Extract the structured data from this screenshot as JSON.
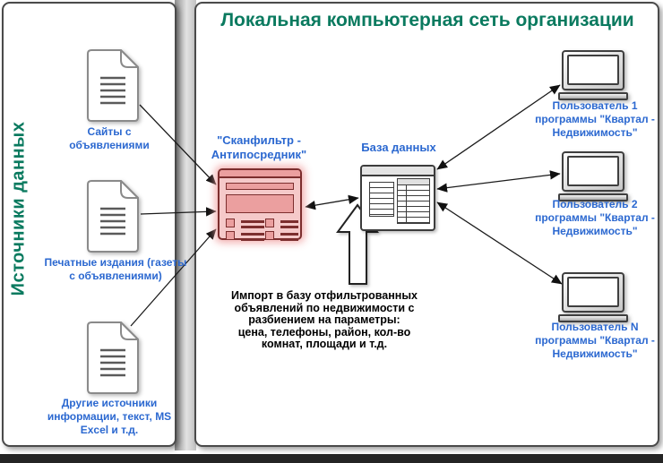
{
  "colors": {
    "accent_green": "#0a7a5f",
    "accent_blue": "#2b68d0",
    "app_fill": "#f5c9c9",
    "app_inner_fill": "#eb9f9f",
    "app_border": "#7c2e2e"
  },
  "icons": {
    "document": "document-icon",
    "app_window": "app-window-icon",
    "database_table": "database-table-icon",
    "computer": "computer-icon",
    "block_arrow_up": "up-block-arrow-icon"
  },
  "left_panel": {
    "vertical_title": "Источники данных",
    "sources": [
      {
        "label": "Сайты с\nобъявлениями"
      },
      {
        "label": "Печатные издания (газеты\nс объявлениями)"
      },
      {
        "label": "Другие источники\nинформации, текст, MS\nExcel и т.д."
      }
    ]
  },
  "right_panel": {
    "title": "Локальная компьютерная сеть организации",
    "app_label": "\"Сканфильтр -\nАнтипосредник\"",
    "database_label": "База данных",
    "users": [
      {
        "label": "Пользователь 1\nпрограммы \"Квартал -\nНедвижимость\""
      },
      {
        "label": "Пользователь 2\nпрограммы \"Квартал -\nНедвижимость\""
      },
      {
        "label": "Пользователь N\nпрограммы \"Квартал -\nНедвижимость\""
      }
    ],
    "import_note": "Импорт в базу отфильтрованных\nобъявлений по недвижимости с\nразбиением на параметры:\nцена, телефоны, район, кол-во\nкомнат, площади и т.д."
  }
}
